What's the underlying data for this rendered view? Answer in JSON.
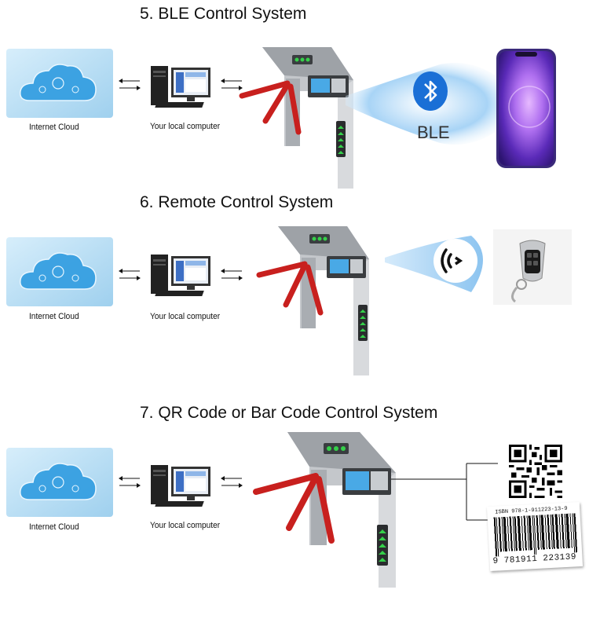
{
  "sections": [
    {
      "title": "5. BLE Control System",
      "cloud_label": "Internet Cloud",
      "computer_label": "Your local computer",
      "ble_text": "BLE"
    },
    {
      "title": "6. Remote Control System",
      "cloud_label": "Internet Cloud",
      "computer_label": "Your local computer"
    },
    {
      "title": "7. QR Code or Bar Code Control System",
      "cloud_label": "Internet Cloud",
      "computer_label": "Your local computer",
      "isbn_text": "ISBN 978-1-911223-13-9",
      "barcode_digits": "9 781911 223139"
    }
  ],
  "colors": {
    "cloud_bg": "#bfe3f6",
    "cloud_blue": "#2f9be0",
    "arm_red": "#c8201e",
    "body_gray": "#b9bcc0",
    "led_green": "#35d04a",
    "ble_blue": "#1a6fd6",
    "phone_purple": "#5a2ab8"
  }
}
